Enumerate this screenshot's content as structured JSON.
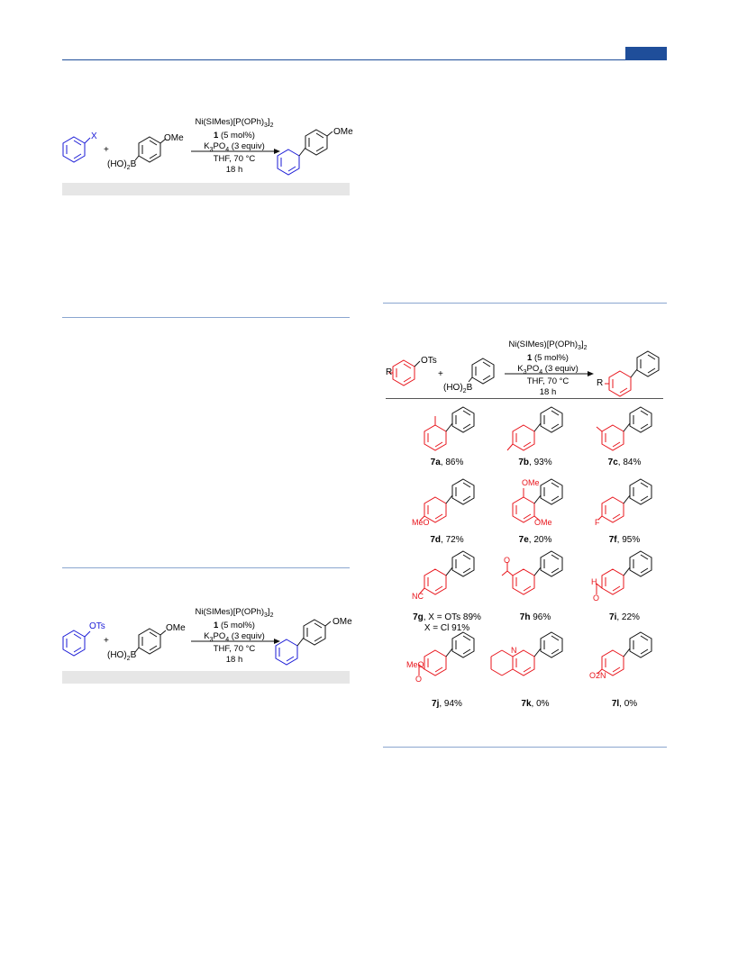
{
  "header": {},
  "scheme_top": {
    "x_label": "X",
    "plus": "+",
    "ome": "OMe",
    "boronic": "(HO)2B",
    "cond_catalyst": "Ni(SIMes)[P(OPh)3]2",
    "cond_loading_num": "1",
    "cond_loading_rest": " (5 mol%)",
    "cond_base": "K3PO4 (3 equiv)",
    "cond_solvent": "THF, 70 °C",
    "cond_time": "18 h",
    "product_ome": "OMe"
  },
  "scheme_bottom": {
    "ots": "OTs",
    "plus": "+",
    "ome": "OMe",
    "boronic": "(HO)2B",
    "cond_catalyst": "Ni(SIMes)[P(OPh)3]2",
    "cond_loading_num": "1",
    "cond_loading_rest": " (5 mol%)",
    "cond_base": "K3PO4 (3 equiv)",
    "cond_solvent": "THF, 70 °C",
    "cond_time": "18 h",
    "product_ome": "OMe"
  },
  "scheme_right": {
    "r_label": "R",
    "ots": "OTs",
    "plus": "+",
    "boronic": "(HO)2B",
    "cond_catalyst": "Ni(SIMes)[P(OPh)3]2",
    "cond_loading_num": "1",
    "cond_loading_rest": " (5 mol%)",
    "cond_base": "K3PO4 (3 equiv)",
    "cond_solvent": "THF, 70 °C",
    "cond_time": "18 h",
    "product_r": "R"
  },
  "compounds": [
    {
      "id": "7a",
      "rest": ", 86%"
    },
    {
      "id": "7b",
      "rest": ", 93%"
    },
    {
      "id": "7c",
      "rest": ", 84%"
    },
    {
      "id": "7d",
      "rest": ", 72%",
      "sub": "MeO"
    },
    {
      "id": "7e",
      "rest": ", 20%",
      "sub1": "OMe",
      "sub2": "OMe"
    },
    {
      "id": "7f",
      "rest": ", 95%",
      "sub": "F"
    },
    {
      "id": "7g",
      "rest": ", X = OTs  89%",
      "line2": "X = Cl 91%",
      "sub": "NC"
    },
    {
      "id": "7h",
      "rest": " 96%",
      "sub": "O"
    },
    {
      "id": "7i",
      "rest": ", 22%",
      "sub1": "H",
      "sub2": "O"
    },
    {
      "id": "7j",
      "rest": ", 94%",
      "sub1": "MeO",
      "sub2": "O"
    },
    {
      "id": "7k",
      "rest": ", 0%",
      "sub": "N"
    },
    {
      "id": "7l",
      "rest": ", 0%",
      "sub": "O2N"
    }
  ]
}
